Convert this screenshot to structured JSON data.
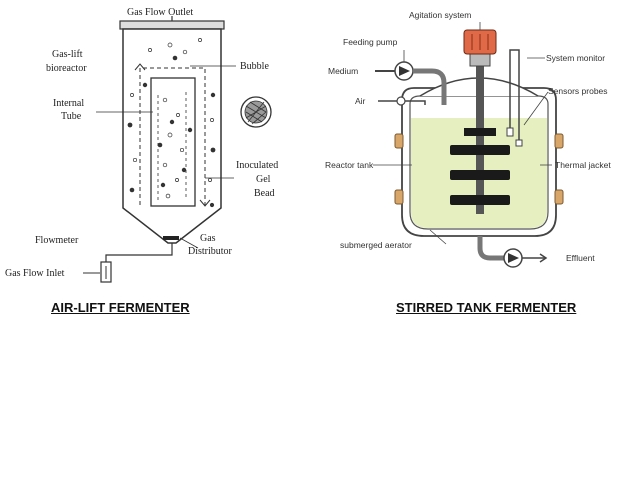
{
  "airlift": {
    "gas_flow_outlet": "Gas Flow Outlet",
    "title_line1": "Gas-lift",
    "title_line2": "bioreactor",
    "bubble": "Bubble",
    "internal_line1": "Internal",
    "internal_line2": "Tube",
    "inoculated": "Inoculated",
    "gel": "Gel",
    "bead": "Bead",
    "flowmeter": "Flowmeter",
    "gas_line1": "Gas",
    "distributor": "Distributor",
    "gas_flow_inlet": "Gas Flow Inlet",
    "caption": "AIR-LIFT FERMENTER"
  },
  "stirred": {
    "agitation": "Agitation system",
    "feeding_pump": "Feeding pump",
    "system_monitor": "System monitor",
    "medium": "Medium",
    "sensors": "Sensors probes",
    "air": "Air",
    "reactor_tank": "Reactor tank",
    "thermal_jacket": "Thermal jacket",
    "aerator": "submerged aerator",
    "effluent": "Effluent",
    "caption": "STIRRED TANK FERMENTER"
  },
  "colors": {
    "liquid": "#e6efbf",
    "motor": "#e06a48",
    "jacket_tab": "#d9a66a",
    "pipe": "#777777"
  }
}
